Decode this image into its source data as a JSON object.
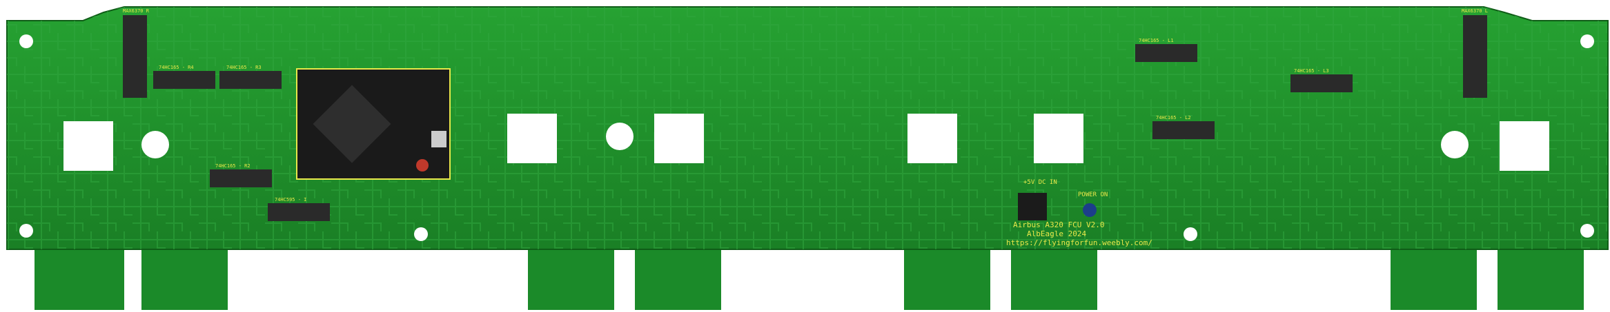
{
  "board": {
    "line1": "Airbus A320 FCU V2.0",
    "line2": "AlbEagle 2024",
    "line3": "https://flyingforfun.weebly.com/",
    "power_label": "+5V DC IN",
    "power_on_label": "POWER ON"
  },
  "chips": [
    {
      "id": "ic-74hc165-r4",
      "label": "74HC165 - R4"
    },
    {
      "id": "ic-74hc165-r3",
      "label": "74HC165 - R3"
    },
    {
      "id": "ic-74hc165-r2",
      "label": "74HC165 - R2"
    },
    {
      "id": "ic-74hc595-i",
      "label": "74HC595 - I"
    },
    {
      "id": "ic-74hc165-l1",
      "label": "74HC165 - L1"
    },
    {
      "id": "ic-74hc165-l2",
      "label": "74HC165 - L2"
    },
    {
      "id": "ic-74hc165-l3",
      "label": "74HC165 - L3"
    },
    {
      "id": "ic-max7219-r",
      "label": "MAX6370 R"
    },
    {
      "id": "ic-max7219-l",
      "label": "MAX6370 L"
    }
  ],
  "colors": {
    "pcb": "#1f8f2a",
    "pcb_dark": "#13691c",
    "trace": "#35b845",
    "silk": "#e8e84a",
    "ic": "#2a2a2a",
    "bracket": "#1a8a28"
  }
}
